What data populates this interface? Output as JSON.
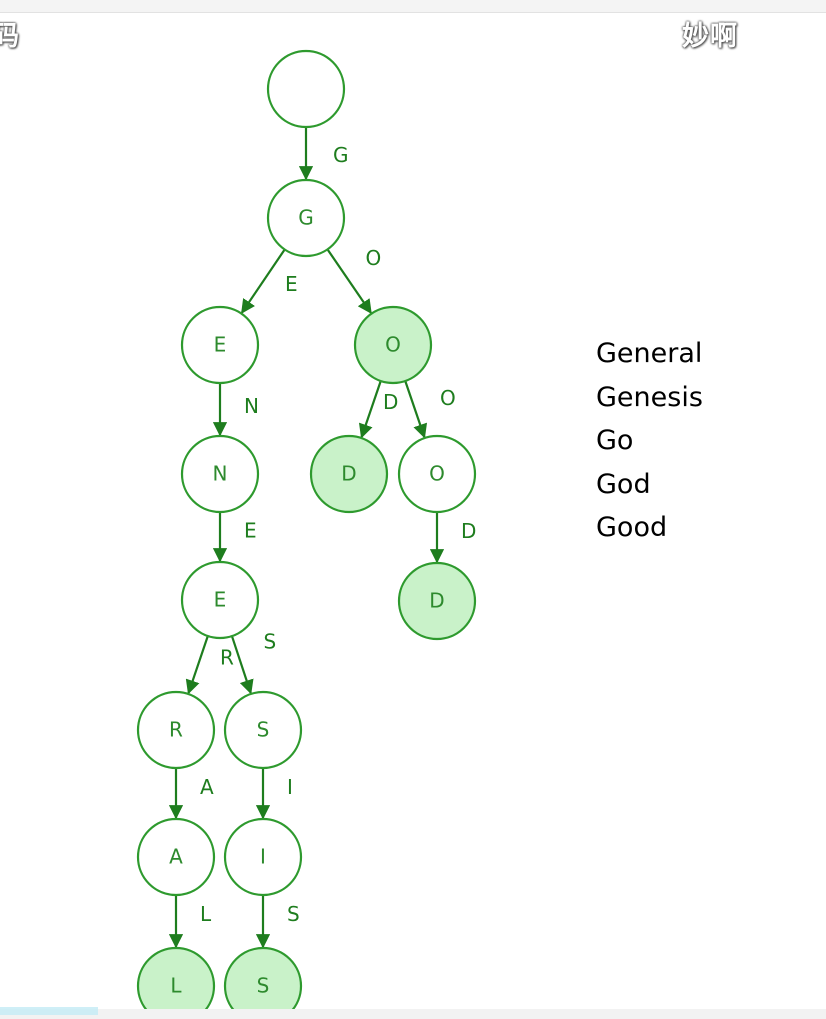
{
  "watermarks": {
    "left": "码",
    "right": "妙啊"
  },
  "colors": {
    "stroke": "#2e9a2e",
    "edge": "#1e7d1e",
    "terminal_fill": "#c9f2c9",
    "plain_fill": "#ffffff",
    "node_text": "#2d8a2d",
    "edge_label": "#1e7d1e"
  },
  "trie": {
    "nodes": [
      {
        "id": "root",
        "label": "",
        "terminal": false
      },
      {
        "id": "G",
        "label": "G",
        "terminal": false
      },
      {
        "id": "GE",
        "label": "E",
        "terminal": false
      },
      {
        "id": "GO",
        "label": "O",
        "terminal": true
      },
      {
        "id": "GEN",
        "label": "N",
        "terminal": false
      },
      {
        "id": "GOD",
        "label": "D",
        "terminal": true
      },
      {
        "id": "GOO",
        "label": "O",
        "terminal": false
      },
      {
        "id": "GENE",
        "label": "E",
        "terminal": false
      },
      {
        "id": "GOOD",
        "label": "D",
        "terminal": true
      },
      {
        "id": "GENER",
        "label": "R",
        "terminal": false
      },
      {
        "id": "GENES",
        "label": "S",
        "terminal": false
      },
      {
        "id": "GENERA",
        "label": "A",
        "terminal": false
      },
      {
        "id": "GENESI",
        "label": "I",
        "terminal": false
      },
      {
        "id": "GENERAL",
        "label": "L",
        "terminal": true
      },
      {
        "id": "GENESIS",
        "label": "S",
        "terminal": true
      }
    ],
    "edges": [
      {
        "from": "root",
        "to": "G",
        "label": "G"
      },
      {
        "from": "G",
        "to": "GE",
        "label": "E"
      },
      {
        "from": "G",
        "to": "GO",
        "label": "O"
      },
      {
        "from": "GE",
        "to": "GEN",
        "label": "N"
      },
      {
        "from": "GO",
        "to": "GOD",
        "label": "D"
      },
      {
        "from": "GO",
        "to": "GOO",
        "label": "O"
      },
      {
        "from": "GEN",
        "to": "GENE",
        "label": "E"
      },
      {
        "from": "GOO",
        "to": "GOOD",
        "label": "D"
      },
      {
        "from": "GENE",
        "to": "GENER",
        "label": "R"
      },
      {
        "from": "GENE",
        "to": "GENES",
        "label": "S"
      },
      {
        "from": "GENER",
        "to": "GENERA",
        "label": "A"
      },
      {
        "from": "GENES",
        "to": "GENESI",
        "label": "I"
      },
      {
        "from": "GENERA",
        "to": "GENERAL",
        "label": "L"
      },
      {
        "from": "GENESI",
        "to": "GENESIS",
        "label": "S"
      }
    ]
  },
  "words": [
    "General",
    "Genesis",
    "Go",
    "God",
    "Good"
  ]
}
